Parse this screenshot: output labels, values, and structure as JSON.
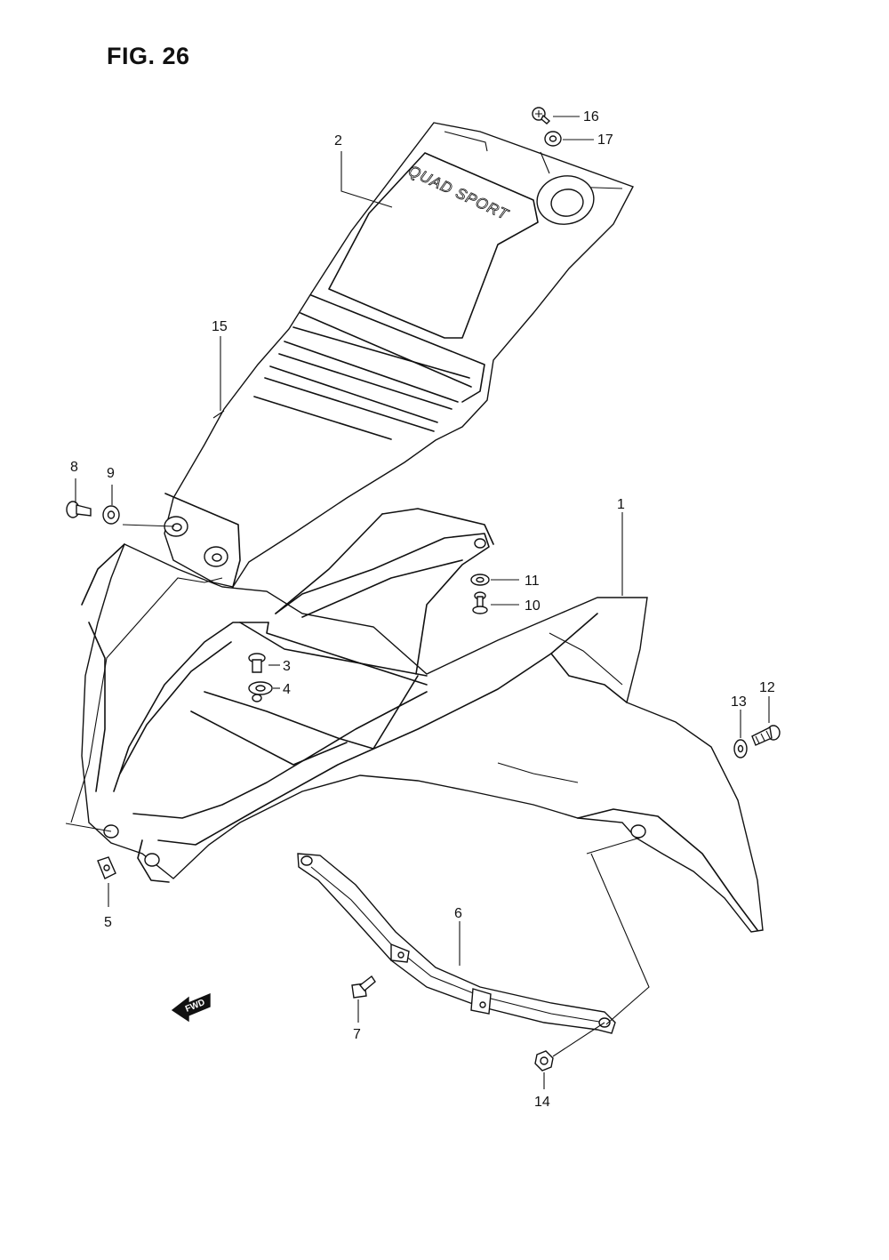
{
  "figure": {
    "title": "FIG. 26"
  },
  "decal": {
    "text": "QUAD SPORT"
  },
  "fwd_marker": {
    "text": "FWD"
  },
  "callouts": [
    {
      "id": "1",
      "label": "1"
    },
    {
      "id": "2",
      "label": "2"
    },
    {
      "id": "3",
      "label": "3"
    },
    {
      "id": "4",
      "label": "4"
    },
    {
      "id": "5",
      "label": "5"
    },
    {
      "id": "6",
      "label": "6"
    },
    {
      "id": "7",
      "label": "7"
    },
    {
      "id": "8",
      "label": "8"
    },
    {
      "id": "9",
      "label": "9"
    },
    {
      "id": "10",
      "label": "10"
    },
    {
      "id": "11",
      "label": "11"
    },
    {
      "id": "12",
      "label": "12"
    },
    {
      "id": "13",
      "label": "13"
    },
    {
      "id": "14",
      "label": "14"
    },
    {
      "id": "15",
      "label": "15"
    },
    {
      "id": "16",
      "label": "16"
    },
    {
      "id": "17",
      "label": "17"
    }
  ],
  "colors": {
    "ink": "#111111",
    "paper": "#ffffff"
  }
}
